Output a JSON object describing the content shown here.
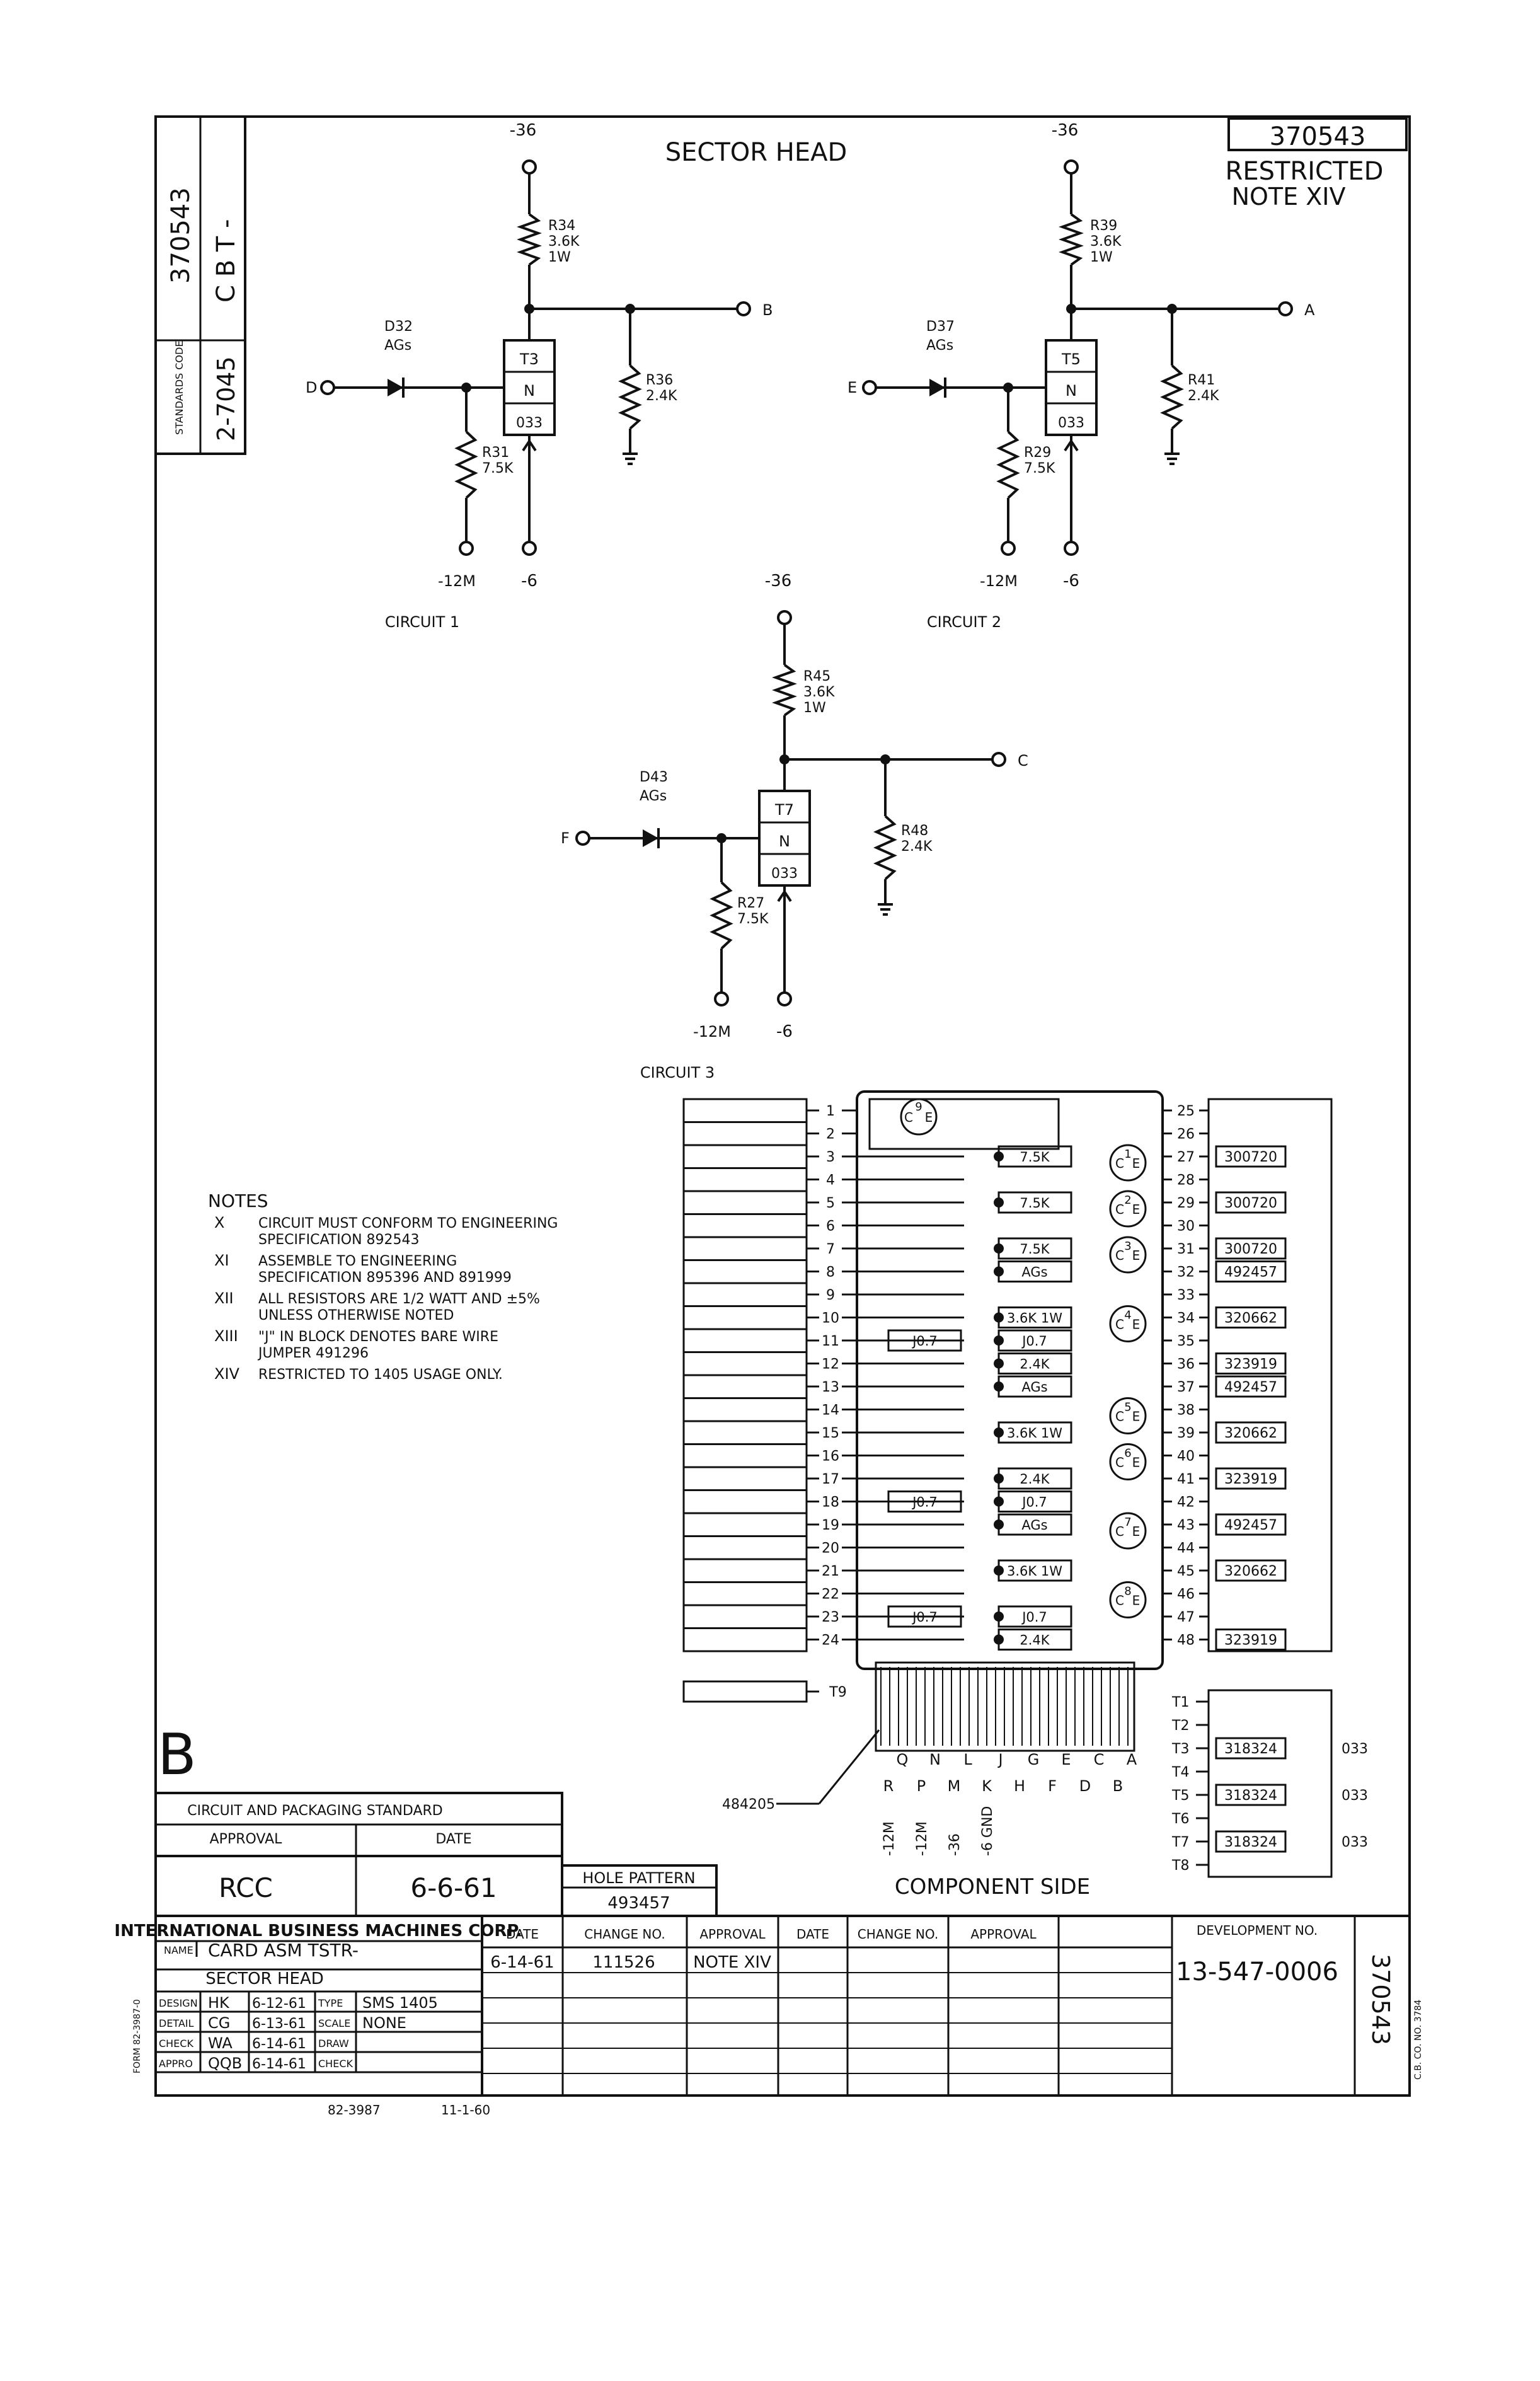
{
  "doc_number": "370543",
  "restricted": "RESTRICTED",
  "restricted_note": "NOTE XIV",
  "title": "SECTOR HEAD",
  "standards_box": {
    "code_label": "STANDARDS CODE",
    "code": "2-7045",
    "number": "370543",
    "cbt": "C B T -"
  },
  "circuit1": {
    "label": "CIRCUIT 1",
    "input": "D",
    "output": "B",
    "supply": "-36",
    "diode": "D32",
    "diode_type": "AGs",
    "r_top": "R34",
    "r_top_val": "3.6K",
    "r_top_watt": "1W",
    "r_base": "R31",
    "r_base_val": "7.5K",
    "r_out": "R36",
    "r_out_val": "2.4K",
    "trans": "T3",
    "trans_type": "N",
    "trans_code": "033",
    "bias": "-12M",
    "emitter": "-6"
  },
  "circuit2": {
    "label": "CIRCUIT 2",
    "input": "E",
    "output": "A",
    "supply": "-36",
    "diode": "D37",
    "diode_type": "AGs",
    "r_top": "R39",
    "r_top_val": "3.6K",
    "r_top_watt": "1W",
    "r_base": "R29",
    "r_base_val": "7.5K",
    "r_out": "R41",
    "r_out_val": "2.4K",
    "trans": "T5",
    "trans_type": "N",
    "trans_code": "033",
    "bias": "-12M",
    "emitter": "-6"
  },
  "circuit3": {
    "label": "CIRCUIT 3",
    "input": "F",
    "output": "C",
    "supply": "-36",
    "diode": "D43",
    "diode_type": "AGs",
    "r_top": "R45",
    "r_top_val": "3.6K",
    "r_top_watt": "1W",
    "r_base": "R27",
    "r_base_val": "7.5K",
    "r_out": "R48",
    "r_out_val": "2.4K",
    "trans": "T7",
    "trans_type": "N",
    "trans_code": "033",
    "bias": "-12M",
    "emitter": "-6"
  },
  "notes": {
    "heading": "NOTES",
    "items": [
      {
        "num": "X",
        "text": "CIRCUIT MUST CONFORM TO ENGINEERING SPECIFICATION 892543"
      },
      {
        "num": "XI",
        "text": "ASSEMBLE TO ENGINEERING SPECIFICATION 895396 AND 891999"
      },
      {
        "num": "XII",
        "text": "ALL RESISTORS ARE 1/2 WATT AND ±5% UNLESS OTHERWISE NOTED"
      },
      {
        "num": "XIII",
        "text": "\"J\" IN BLOCK DENOTES BARE WIRE JUMPER 491296"
      },
      {
        "num": "XIV",
        "text": "RESTRICTED TO 1405 USAGE ONLY."
      }
    ]
  },
  "card": {
    "left_pins": [
      "1",
      "2",
      "3",
      "4",
      "5",
      "6",
      "7",
      "8",
      "9",
      "10",
      "11",
      "12",
      "13",
      "14",
      "15",
      "16",
      "17",
      "18",
      "19",
      "20",
      "21",
      "22",
      "23",
      "24"
    ],
    "right_pins": [
      "25",
      "26",
      "27",
      "28",
      "29",
      "30",
      "31",
      "32",
      "33",
      "34",
      "35",
      "36",
      "37",
      "38",
      "39",
      "40",
      "41",
      "42",
      "43",
      "44",
      "45",
      "46",
      "47",
      "48"
    ],
    "right_parts": [
      {
        "pin": "27",
        "part": "300720"
      },
      {
        "pin": "29",
        "part": "300720"
      },
      {
        "pin": "31",
        "part": "300720"
      },
      {
        "pin": "32",
        "part": "492457"
      },
      {
        "pin": "34",
        "part": "320662"
      },
      {
        "pin": "36",
        "part": "323919"
      },
      {
        "pin": "37",
        "part": "492457"
      },
      {
        "pin": "39",
        "part": "320662"
      },
      {
        "pin": "41",
        "part": "323919"
      },
      {
        "pin": "43",
        "part": "492457"
      },
      {
        "pin": "45",
        "part": "320662"
      },
      {
        "pin": "48",
        "part": "323919"
      }
    ],
    "inner_labels": [
      {
        "pin": "3",
        "text": "7.5K"
      },
      {
        "pin": "5",
        "text": "7.5K"
      },
      {
        "pin": "7",
        "text": "7.5K"
      },
      {
        "pin": "8",
        "text": "AGs"
      },
      {
        "pin": "10",
        "text": "3.6K 1W"
      },
      {
        "pin": "11",
        "text": "J0.7"
      },
      {
        "pin": "12",
        "text": "2.4K"
      },
      {
        "pin": "13",
        "text": "AGs"
      },
      {
        "pin": "15",
        "text": "3.6K 1W"
      },
      {
        "pin": "17",
        "text": "2.4K"
      },
      {
        "pin": "18",
        "text": "J0.7"
      },
      {
        "pin": "19",
        "text": "AGs"
      },
      {
        "pin": "21",
        "text": "3.6K 1W"
      },
      {
        "pin": "23",
        "text": "J0.7"
      },
      {
        "pin": "24",
        "text": "2.4K"
      }
    ],
    "left_jumpers": [
      {
        "pin": "11",
        "text": "J0.7"
      },
      {
        "pin": "18",
        "text": "J0.7"
      },
      {
        "pin": "23",
        "text": "J0.7"
      }
    ],
    "transistor_nums": [
      "1",
      "2",
      "3",
      "4",
      "5",
      "6",
      "7",
      "8"
    ],
    "trans_top_num": "9",
    "t9": "T9",
    "tab_letters_top": [
      "Q",
      "N",
      "L",
      "J",
      "G",
      "E",
      "C",
      "A"
    ],
    "tab_letters_bottom": [
      "R",
      "P",
      "M",
      "K",
      "H",
      "F",
      "D",
      "B"
    ],
    "tab_volts": [
      "-12M",
      "-12M",
      "-36",
      "-6 GND"
    ],
    "connector_part": "484205",
    "component_side": "COMPONENT SIDE",
    "t_list": [
      {
        "t": "T1",
        "part": "",
        "code": ""
      },
      {
        "t": "T2",
        "part": "",
        "code": ""
      },
      {
        "t": "T3",
        "part": "318324",
        "code": "033"
      },
      {
        "t": "T4",
        "part": "",
        "code": ""
      },
      {
        "t": "T5",
        "part": "318324",
        "code": "033"
      },
      {
        "t": "T6",
        "part": "",
        "code": ""
      },
      {
        "t": "T7",
        "part": "318324",
        "code": "033"
      },
      {
        "t": "T8",
        "part": "",
        "code": ""
      }
    ]
  },
  "title_block": {
    "letter": "B",
    "std_title": "CIRCUIT AND PACKAGING STANDARD",
    "approval_label": "APPROVAL",
    "date_label": "DATE",
    "approval": "RCC",
    "date": "6-6-61",
    "hole_label": "HOLE PATTERN",
    "hole_value": "493457",
    "company": "INTERNATIONAL BUSINESS MACHINES CORP.",
    "name_label": "NAME",
    "name_value": "CARD ASM TSTR-",
    "name_value2": "SECTOR HEAD",
    "design_label": "DESIGN",
    "design_by": "HK",
    "design_date": "6-12-61",
    "type_label": "TYPE",
    "type_value": "SMS 1405",
    "detail_label": "DETAIL",
    "detail_by": "CG",
    "detail_date": "6-13-61",
    "scale_label": "SCALE",
    "scale_value": "NONE",
    "check_label": "CHECK",
    "check_by": "WA",
    "check_date": "6-14-61",
    "draw_label": "DRAW",
    "appro_label": "APPRO",
    "appro_by": "QQB",
    "appro_date": "6-14-61",
    "check2_label": "CHECK",
    "form_no": "82-3987",
    "form_date": "11-1-60",
    "change_headers": [
      "DATE",
      "CHANGE NO.",
      "APPROVAL",
      "DATE",
      "CHANGE NO.",
      "APPROVAL"
    ],
    "change_row": {
      "date": "6-14-61",
      "change": "111526",
      "approval": "NOTE XIV"
    },
    "dev_label": "DEVELOPMENT NO.",
    "dev_no": "13-547-0006",
    "side_number": "370543",
    "side_print_left": "FORM 82-3987-0",
    "side_print_right": "C.B. CO. NO. 3784"
  }
}
